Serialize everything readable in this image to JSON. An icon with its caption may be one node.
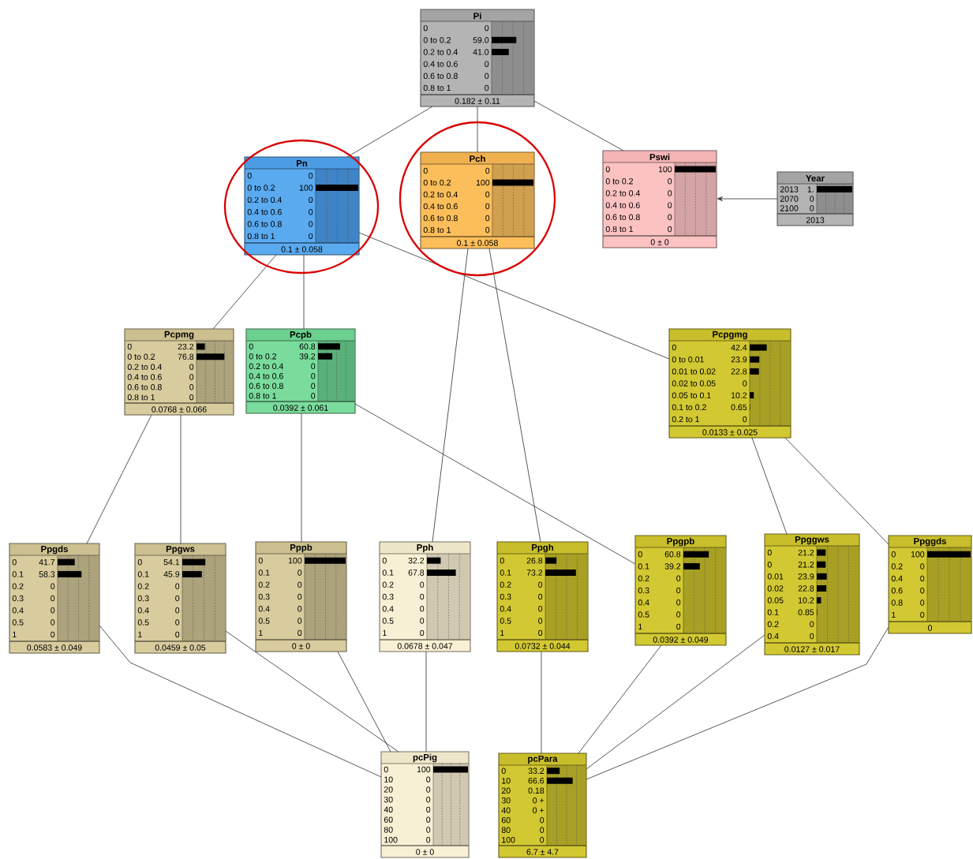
{
  "diagram": {
    "nodes": [
      {
        "text": [
          "Pi",
          "0",
          "0",
          "0 to 0.2",
          "59.0",
          "0.2 to 0.4",
          "41.0",
          "0.4 to 0.6",
          "0",
          "0.6 to 0.8",
          "0",
          "0.8 to 1",
          "0",
          "0.182 ± 0.11"
        ]
      },
      {
        "text": [
          "Pn",
          "0",
          "0",
          "0 to 0.2",
          "100",
          "0.2 to 0.4",
          "0",
          "0.4 to 0.6",
          "0",
          "0.6 to 0.8",
          "0",
          "0.8 to 1",
          "0",
          "0.1 ± 0.058"
        ]
      },
      {
        "text": [
          "Pch",
          "0",
          "0",
          "0 to 0.2",
          "100",
          "0.2 to 0.4",
          "0",
          "0.4 to 0.6",
          "0",
          "0.6 to 0.8",
          "0",
          "0.8 to 1",
          "0",
          "0.1 ± 0.058"
        ]
      },
      {
        "text": [
          "Pswi",
          "0",
          "100",
          "0 to 0.2",
          "0",
          "0.2 to 0.4",
          "0",
          "0.4 to 0.6",
          "0",
          "0.6 to 0.8",
          "0",
          "0.8 to 1",
          "0",
          "0 ± 0"
        ]
      },
      {
        "text": [
          "Year",
          "2013",
          "1.",
          "2070",
          "0",
          "2100",
          "0",
          "2013"
        ]
      },
      {
        "text": [
          "Pcpmg",
          "0",
          "23.2",
          "0 to 0.2",
          "76.8",
          "0.2 to 0.4",
          "0",
          "0.4 to 0.6",
          "0",
          "0.6 to 0.8",
          "0",
          "0.8 to 1",
          "0",
          "0.0768 ± 0.066"
        ]
      },
      {
        "text": [
          "Pcpb",
          "0",
          "60.8",
          "0 to 0.2",
          "39.2",
          "0.2 to 0.4",
          "0",
          "0.4 to 0.6",
          "0",
          "0.6 to 0.8",
          "0",
          "0.8 to 1",
          "0",
          "0.0392 ± 0.061"
        ]
      },
      {
        "text": [
          "Pcpgmg",
          "0",
          "42.4",
          "0 to 0.01",
          "23.9",
          "0.01 to 0.02",
          "22.8",
          "0.02 to 0.05",
          "0",
          "0.05 to 0.1",
          "10.2",
          "0.1 to 0.2",
          "0.65",
          "0.2 to 1",
          "0",
          "0.0133 ± 0.025"
        ]
      },
      {
        "text": [
          "Ppgds",
          "0",
          "41.7",
          "0.1",
          "58.3",
          "0.2",
          "0",
          "0.3",
          "0",
          "0.4",
          "0",
          "0.5",
          "0",
          "1",
          "0",
          "0.0583 ± 0.049"
        ]
      },
      {
        "text": [
          "Ppgws",
          "0",
          "54.1",
          "0.1",
          "45.9",
          "0.2",
          "0",
          "0.3",
          "0",
          "0.4",
          "0",
          "0.5",
          "0",
          "1",
          "0",
          "0.0459 ± 0.05"
        ]
      },
      {
        "text": [
          "Pppb",
          "0",
          "100",
          "0.1",
          "0",
          "0.2",
          "0",
          "0.3",
          "0",
          "0.4",
          "0",
          "0.5",
          "0",
          "1",
          "0",
          "0 ± 0"
        ]
      },
      {
        "text": [
          "Pph",
          "0",
          "32.2",
          "0.1",
          "67.8",
          "0.2",
          "0",
          "0.3",
          "0",
          "0.4",
          "0",
          "0.5",
          "0",
          "1",
          "0",
          "0.0678 ± 0.047"
        ]
      },
      {
        "text": [
          "Ppgh",
          "0",
          "26.8",
          "0.1",
          "73.2",
          "0.2",
          "0",
          "0.3",
          "0",
          "0.4",
          "0",
          "0.5",
          "0",
          "1",
          "0",
          "0.0732 ± 0.044"
        ]
      },
      {
        "text": [
          "Ppgpb",
          "0",
          "60.8",
          "0.1",
          "39.2",
          "0.2",
          "0",
          "0.3",
          "0",
          "0.4",
          "0",
          "0.5",
          "0",
          "1",
          "0",
          "0.0392 ± 0.049"
        ]
      },
      {
        "text": [
          "Ppggws",
          "0",
          "21.2",
          "0",
          "21.2",
          "0.01",
          "23.9",
          "0.02",
          "22.8",
          "0.05",
          "10.2",
          "0.1",
          "0.85",
          "0.2",
          "0",
          "0.4",
          "0",
          "0.0127 ± 0.017"
        ]
      },
      {
        "text": [
          "Ppggds",
          "0",
          "100",
          "0.2",
          "0",
          "0.4",
          "0",
          "0.6",
          "0",
          "0.8",
          "0",
          "1",
          "0",
          "0"
        ]
      },
      {
        "text": [
          "pcPig",
          "0",
          "100",
          "10",
          "0",
          "20",
          "0",
          "30",
          "0",
          "40",
          "0",
          "60",
          "0",
          "80",
          "0",
          "100",
          "0",
          "0 ± 0"
        ]
      },
      {
        "text": [
          "pcPara",
          "0",
          "33.2",
          "10",
          "66.6",
          "20",
          "0.18",
          "30",
          "0 +",
          "40",
          "0 +",
          "60",
          "0",
          "80",
          "0",
          "100",
          "0",
          "6.7 ± 4.7"
        ]
      }
    ],
    "edges": [
      {
        "from": 0,
        "to": 1,
        "arrow": "none"
      },
      {
        "from": 0,
        "to": 2,
        "arrow": "none"
      },
      {
        "from": 0,
        "to": 3,
        "arrow": "none"
      },
      {
        "from": 4,
        "to": 3,
        "arrow": "to"
      },
      {
        "from": 1,
        "to": 5,
        "arrow": "none"
      },
      {
        "from": 1,
        "to": 6,
        "arrow": "none"
      },
      {
        "from": 1,
        "to": 7,
        "arrow": "none"
      },
      {
        "from": 2,
        "to": 11,
        "arrow": "none"
      },
      {
        "from": 2,
        "to": 12,
        "arrow": "none"
      },
      {
        "from": 5,
        "to": 8,
        "arrow": "none"
      },
      {
        "from": 5,
        "to": 9,
        "arrow": "none"
      },
      {
        "from": 6,
        "to": 10,
        "arrow": "none"
      },
      {
        "from": 6,
        "to": 13,
        "arrow": "none"
      },
      {
        "from": 7,
        "to": 14,
        "arrow": "none"
      },
      {
        "from": 7,
        "to": 15,
        "arrow": "none"
      },
      {
        "from": 8,
        "to": 16,
        "arrow": "none"
      },
      {
        "from": 9,
        "to": 16,
        "arrow": "none"
      },
      {
        "from": 10,
        "to": 16,
        "arrow": "none"
      },
      {
        "from": 11,
        "to": 16,
        "arrow": "none"
      },
      {
        "from": 12,
        "to": 17,
        "arrow": "none"
      },
      {
        "from": 13,
        "to": 17,
        "arrow": "none"
      },
      {
        "from": 14,
        "to": 17,
        "arrow": "none"
      },
      {
        "from": 15,
        "to": 17,
        "arrow": "none"
      }
    ]
  }
}
